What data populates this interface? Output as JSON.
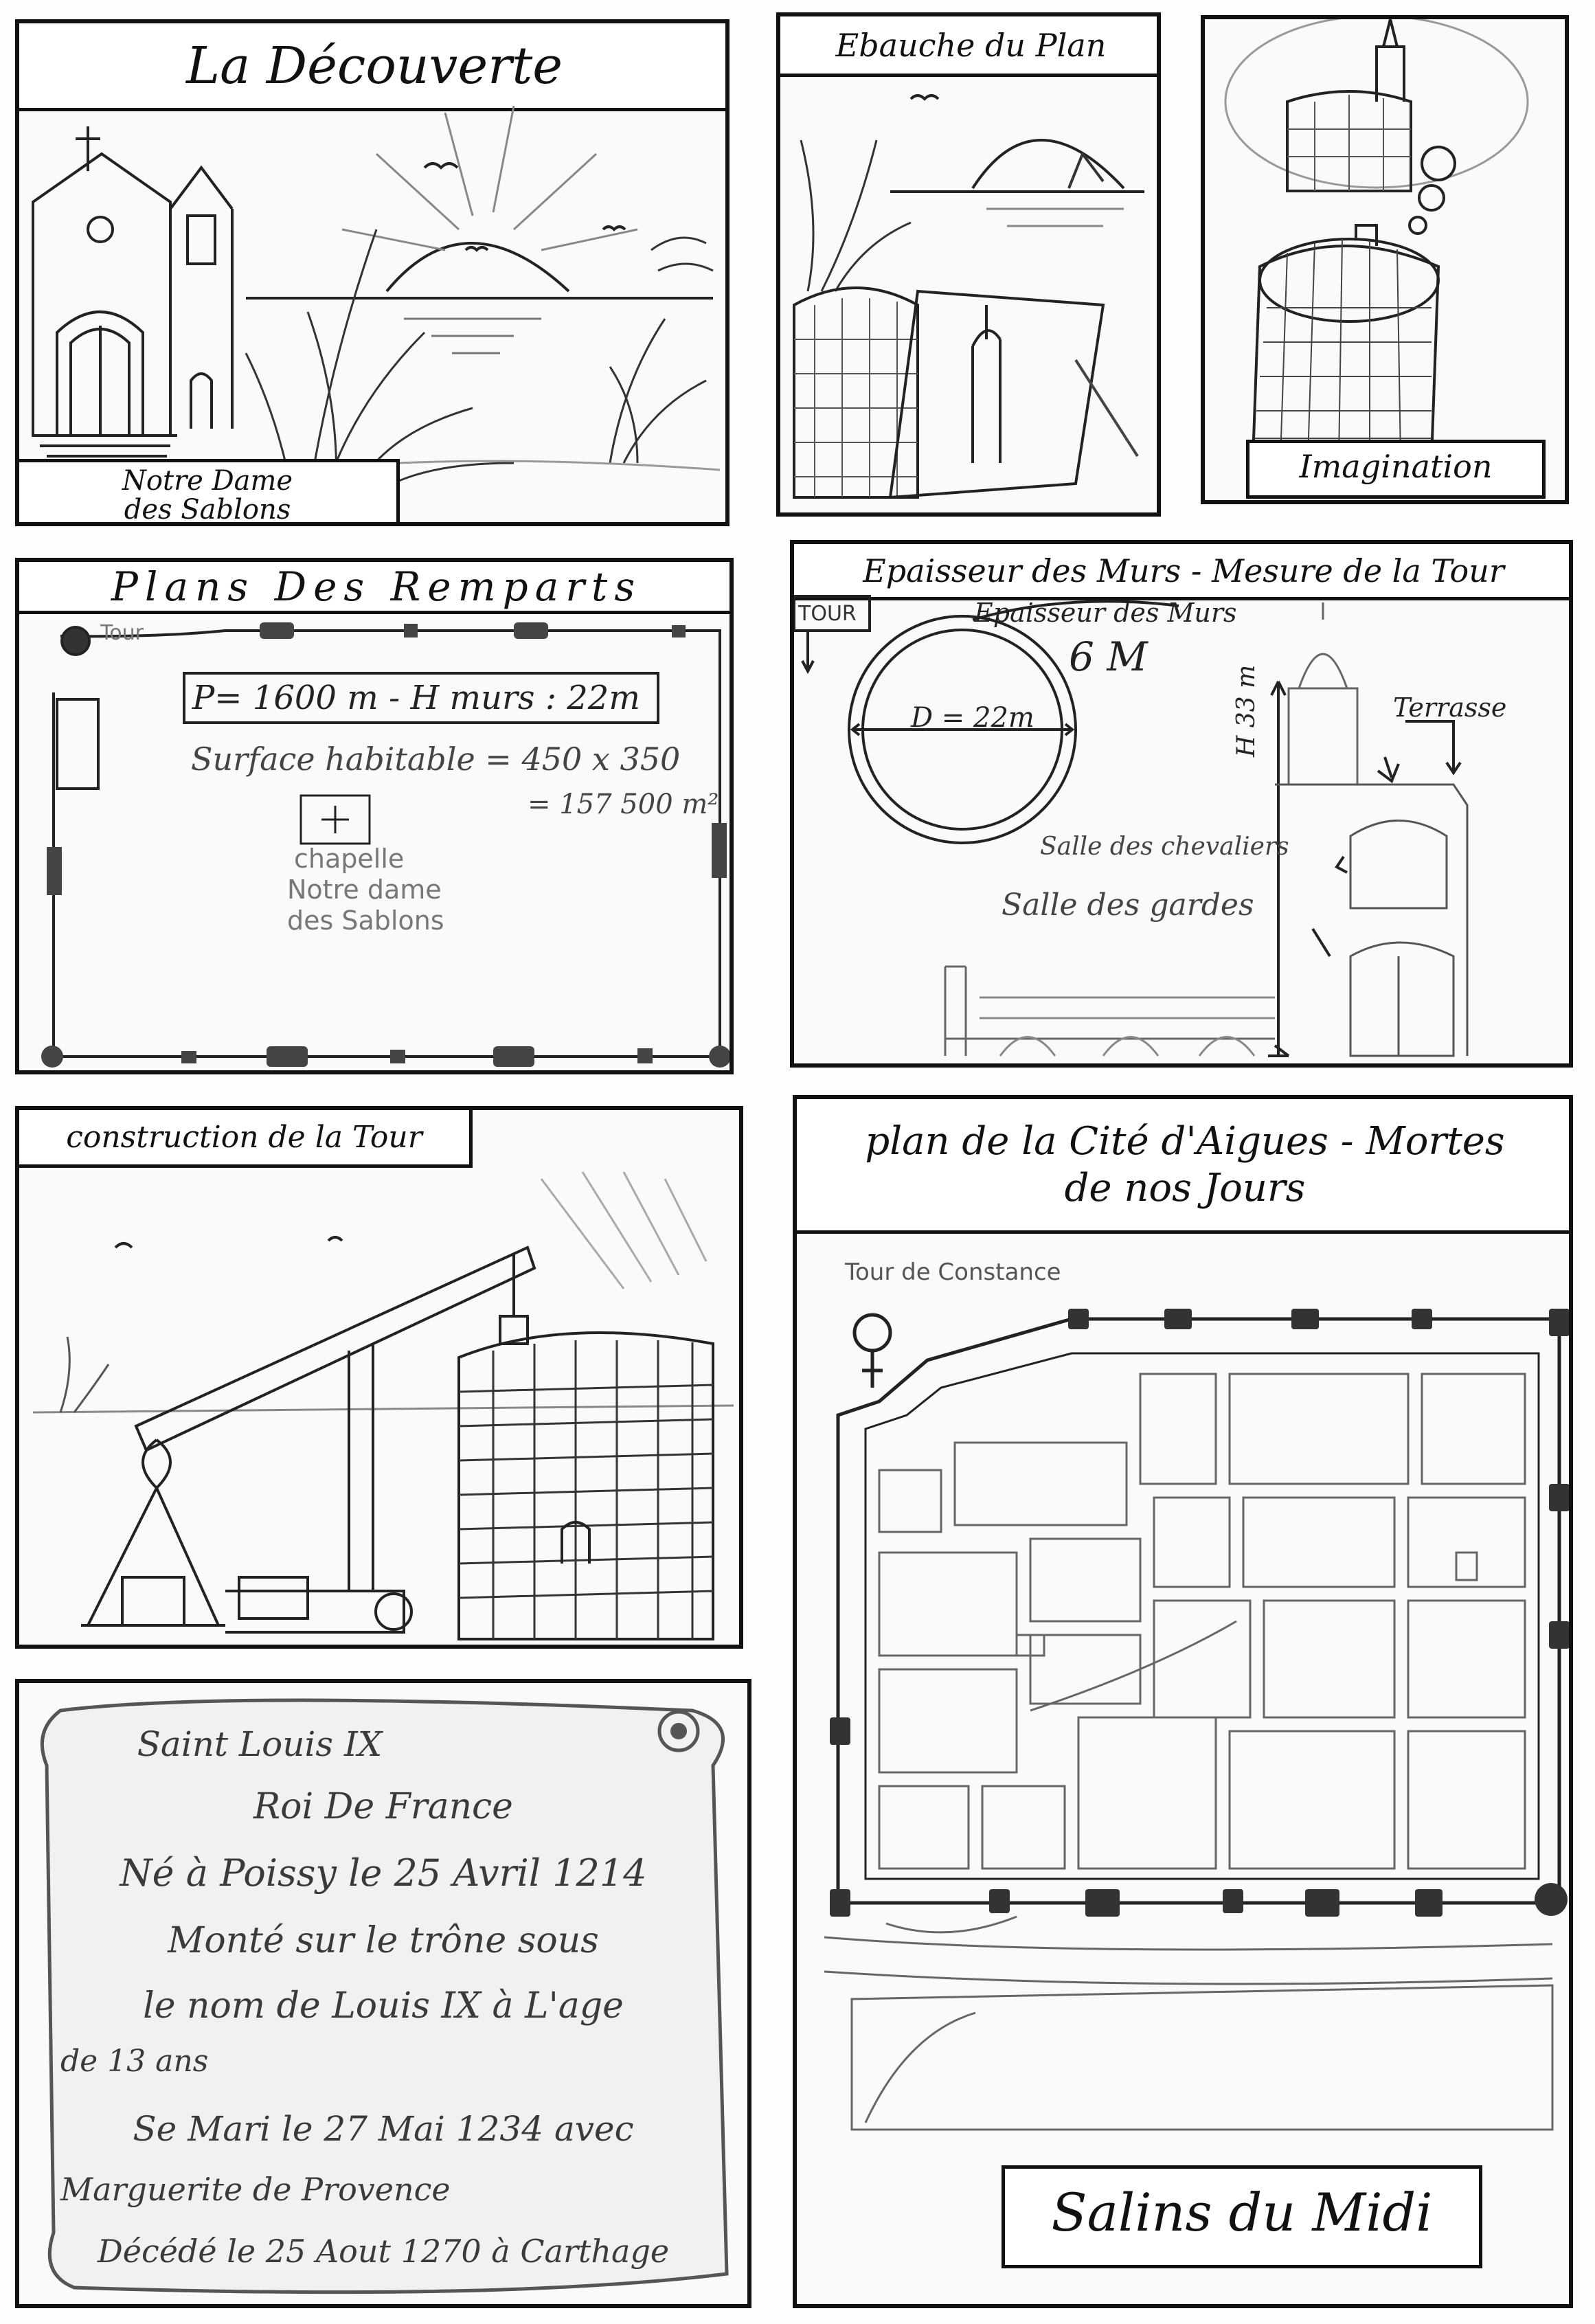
{
  "panels": {
    "decouverte": {
      "title": "La Découverte",
      "caption_line1": "Notre Dame",
      "caption_line2": "des Sablons"
    },
    "ebauche": {
      "title": "Ebauche du Plan"
    },
    "imagination": {
      "caption": "Imagination"
    },
    "remparts": {
      "title": "Plans Des Remparts",
      "tour_label": "Tour",
      "perimeter": "P= 1600 m - H murs : 22m",
      "surface_line1": "Surface habitable = 450 x 350",
      "surface_line2": "= 157 500 m²",
      "chapelle_line1": "chapelle",
      "chapelle_line2": "Notre dame",
      "chapelle_line3": "des Sablons"
    },
    "epaisseur": {
      "title": "Epaisseur des Murs - Mesure de la Tour",
      "tour_label": "TOUR",
      "walls_label": "Epaisseur des Murs",
      "walls_value": "6 M",
      "diameter": "D = 22m",
      "height": "H 33 m",
      "terrasse": "Terrasse",
      "chevaliers": "Salle des chevaliers",
      "gardes": "Salle des gardes"
    },
    "construction": {
      "title": "construction de la Tour"
    },
    "cite": {
      "title_line1": "plan de la Cité d'Aigues - Mortes",
      "title_line2": "de nos Jours",
      "tour_label": "Tour de Constance",
      "caption": "Salins du Midi"
    },
    "saint_louis": {
      "lines": [
        "Saint Louis IX",
        "Roi De France",
        "Né à Poissy le 25 Avril 1214",
        "Monté sur le trône sous",
        "le nom de Louis IX à L'age",
        "de 13 ans",
        "Se Mari le 27 Mai 1234 avec",
        "Marguerite de Provence",
        "Décédé le 25 Aout 1270 à Carthage"
      ]
    }
  }
}
